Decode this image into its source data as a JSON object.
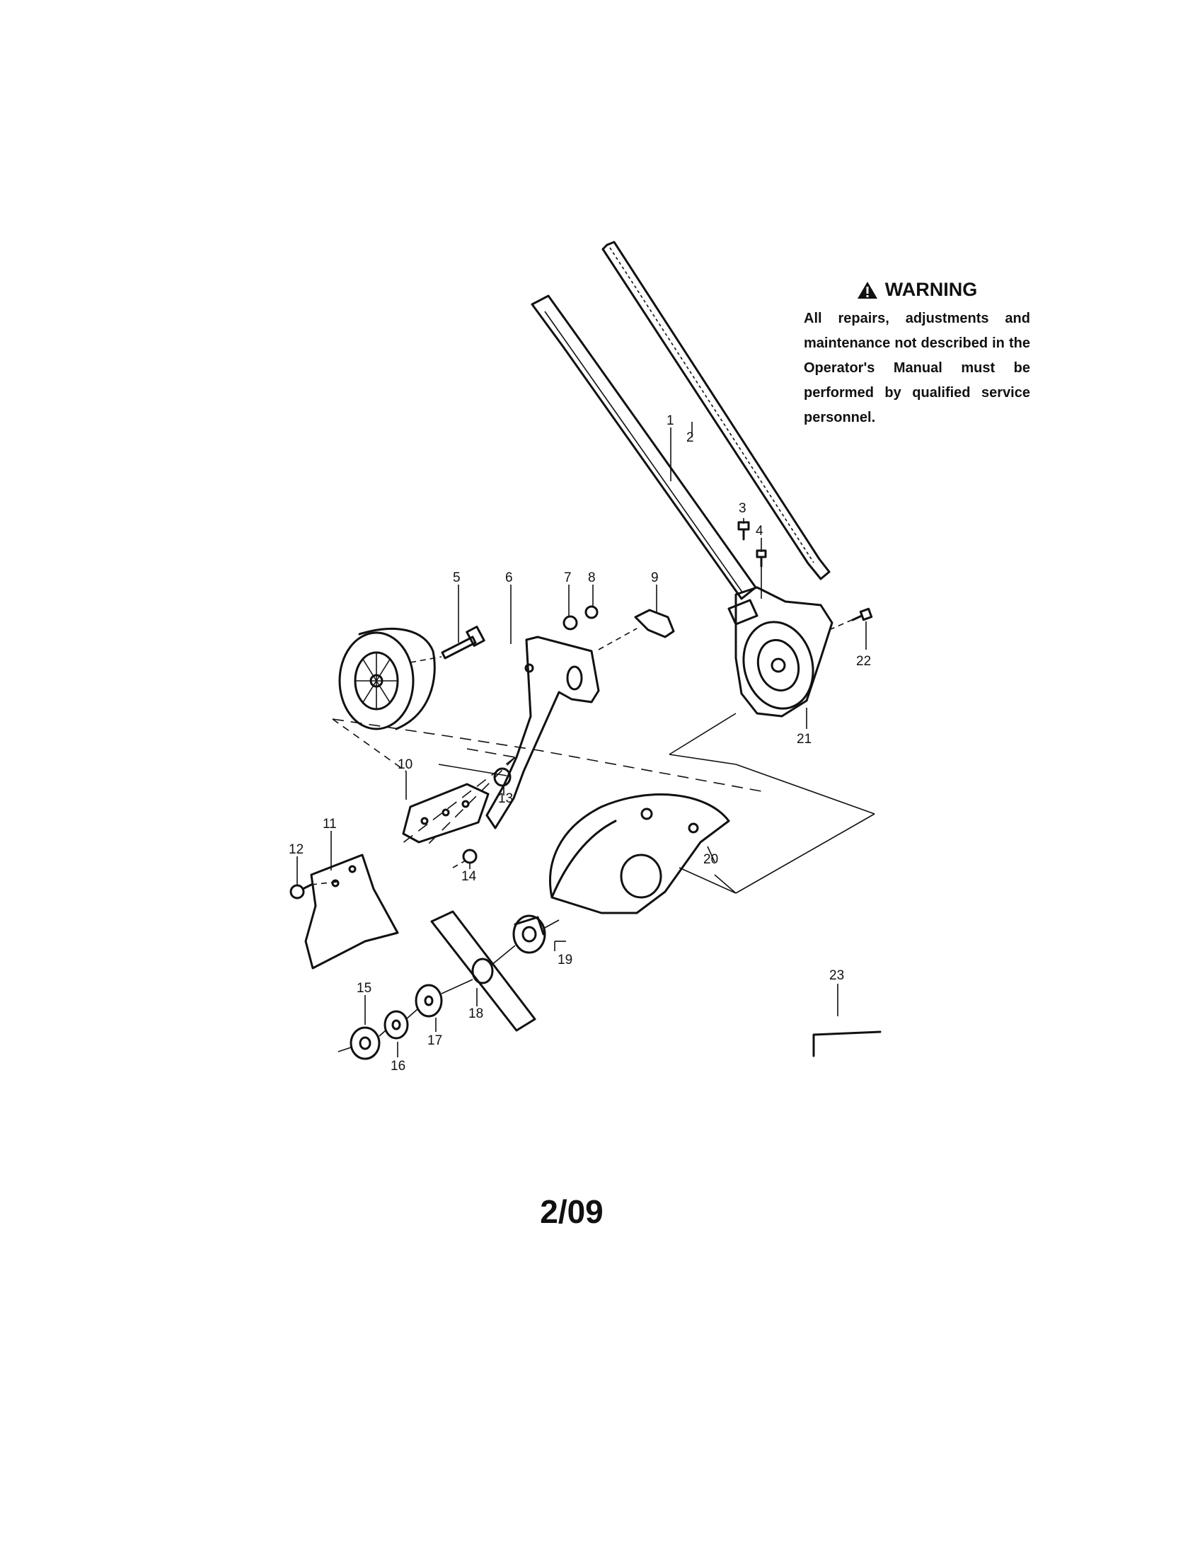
{
  "warning": {
    "icon": "warning-triangle-icon",
    "title": "WARNING",
    "text": "All repairs, adjustments and maintenance not described in the Operator's Manual must be performed by qualified service personnel."
  },
  "page_number": "2/09",
  "callouts": [
    "1",
    "2",
    "3",
    "4",
    "5",
    "6",
    "7",
    "8",
    "9",
    "10",
    "11",
    "12",
    "13",
    "14",
    "15",
    "16",
    "17",
    "18",
    "19",
    "20",
    "21",
    "22",
    "23"
  ]
}
